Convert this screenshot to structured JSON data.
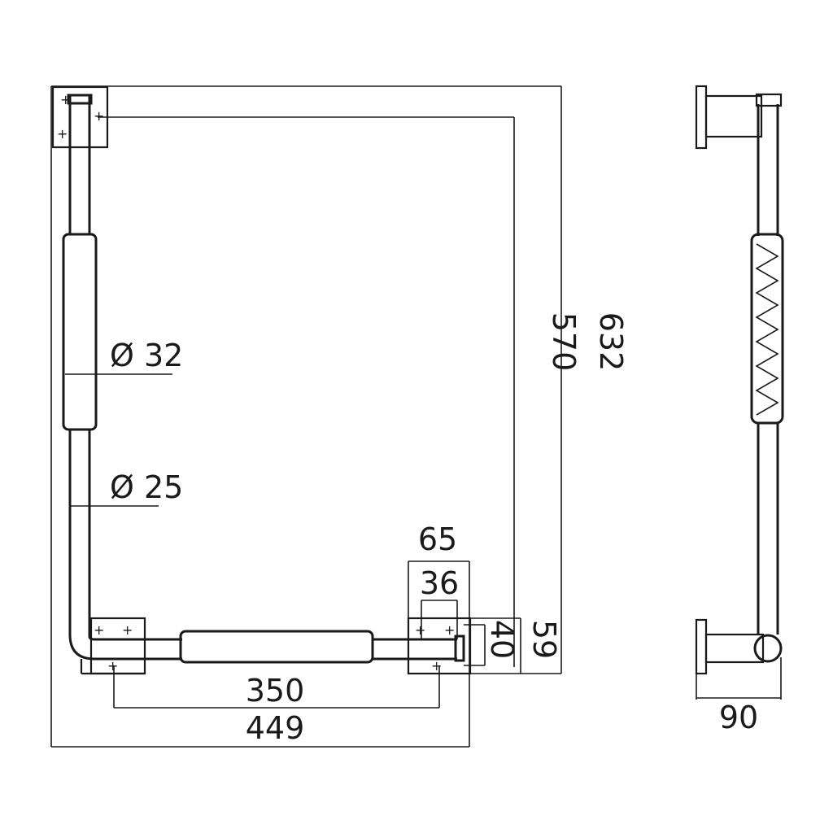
{
  "drawing": {
    "dim_diameter_32": "Ø 32",
    "dim_diameter_25": "Ø 25",
    "dim_570": "570",
    "dim_632": "632",
    "dim_65": "65",
    "dim_36": "36",
    "dim_40": "40",
    "dim_59": "59",
    "dim_350": "350",
    "dim_449": "449",
    "dim_90": "90"
  }
}
